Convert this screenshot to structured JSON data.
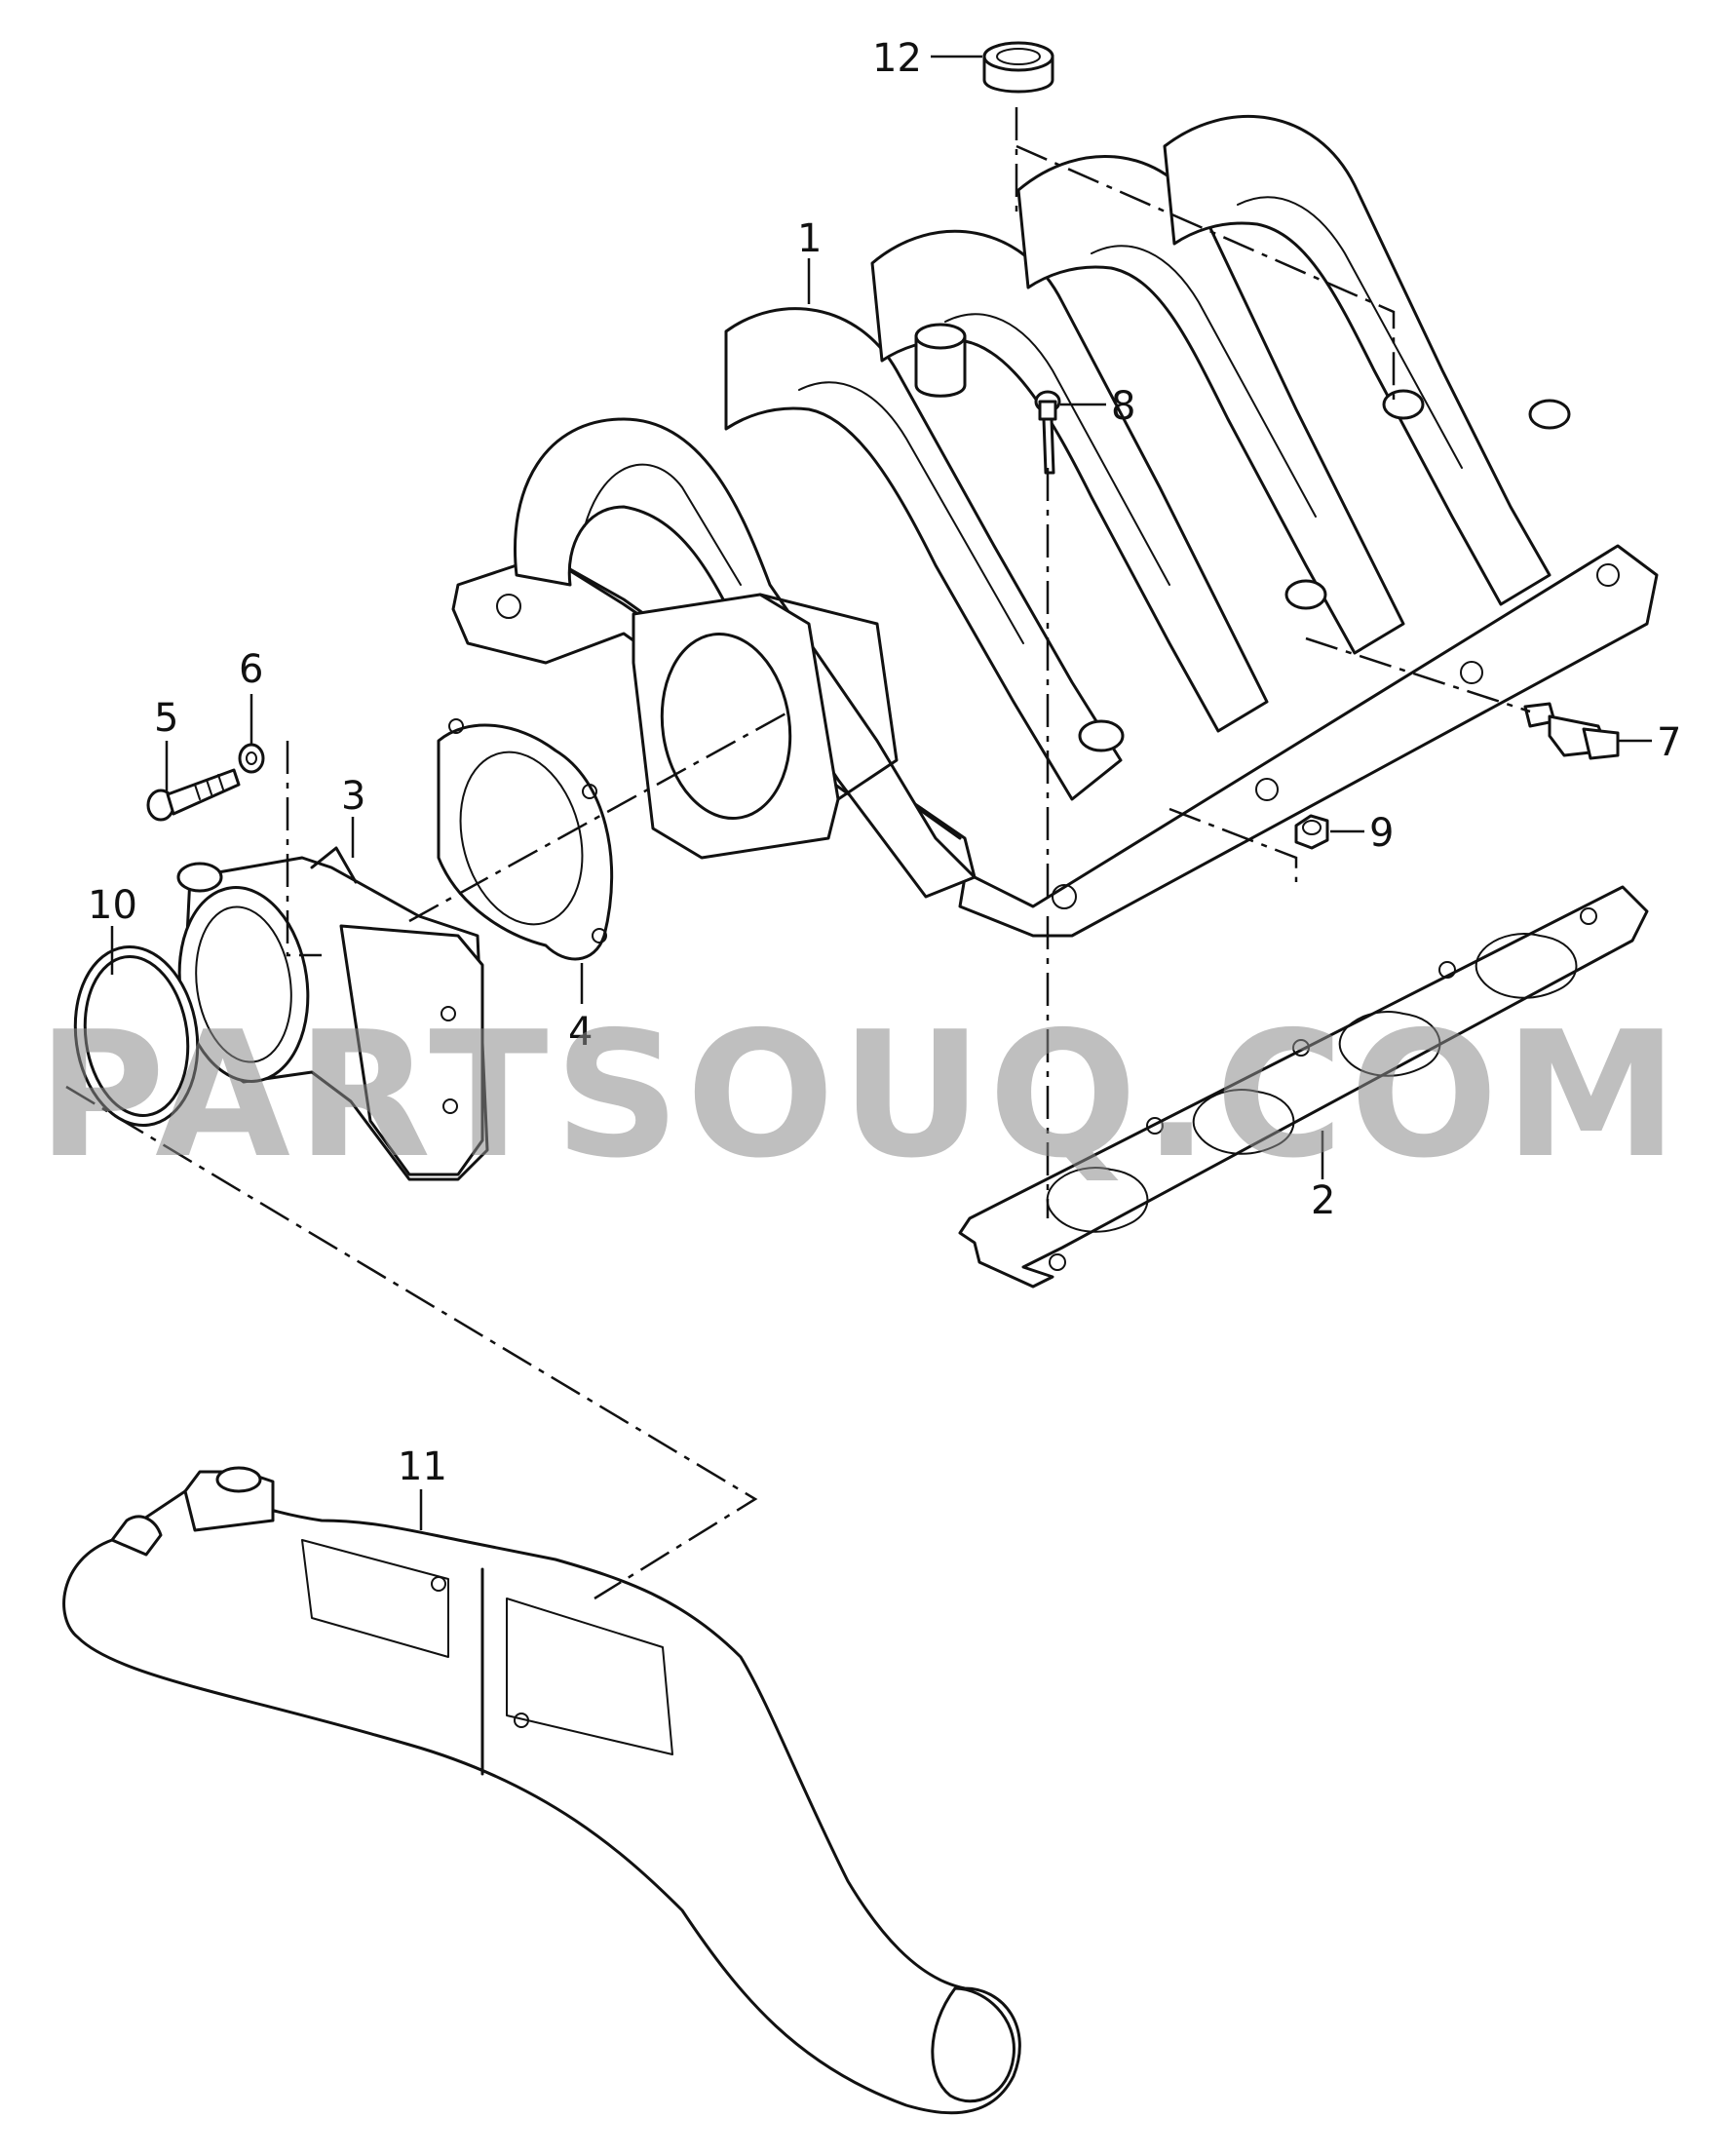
{
  "callouts": [
    {
      "id": "1",
      "text": "1"
    },
    {
      "id": "2",
      "text": "2"
    },
    {
      "id": "3",
      "text": "3"
    },
    {
      "id": "4",
      "text": "4"
    },
    {
      "id": "5",
      "text": "5"
    },
    {
      "id": "6",
      "text": "6"
    },
    {
      "id": "7",
      "text": "7"
    },
    {
      "id": "8",
      "text": "8"
    },
    {
      "id": "9",
      "text": "9"
    },
    {
      "id": "10",
      "text": "10"
    },
    {
      "id": "11",
      "text": "11"
    },
    {
      "id": "12",
      "text": "12"
    }
  ],
  "watermark": "PARTSOUQ.COM"
}
